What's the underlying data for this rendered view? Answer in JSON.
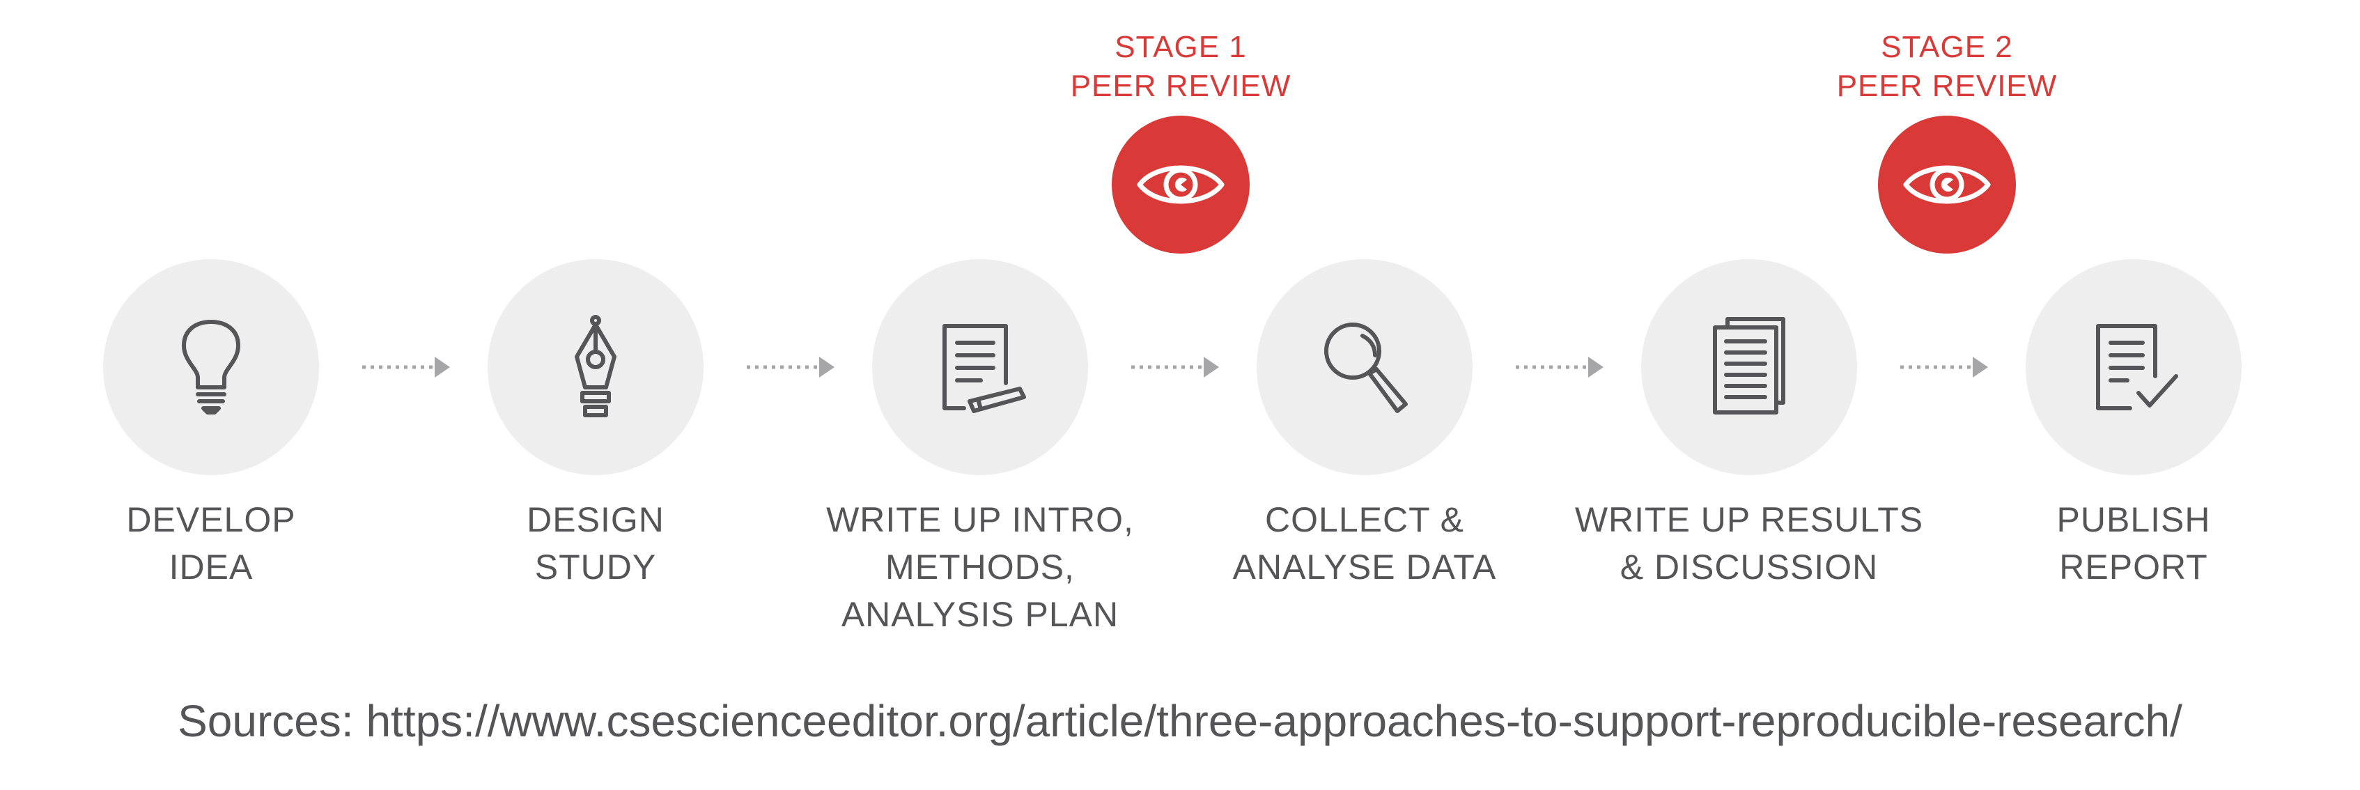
{
  "stages": [
    {
      "label": "DEVELOP\nIDEA",
      "icon": "lightbulb-icon"
    },
    {
      "label": "DESIGN\nSTUDY",
      "icon": "pen-nib-icon"
    },
    {
      "label": "WRITE UP INTRO,\nMETHODS,\nANALYSIS PLAN",
      "icon": "document-edit-icon"
    },
    {
      "label": "COLLECT &\nANALYSE DATA",
      "icon": "magnifier-icon"
    },
    {
      "label": "WRITE UP RESULTS\n& DISCUSSION",
      "icon": "documents-icon"
    },
    {
      "label": "PUBLISH\nREPORT",
      "icon": "document-check-icon"
    }
  ],
  "reviews": [
    {
      "title": "STAGE 1\nPEER REVIEW",
      "icon": "eye-icon"
    },
    {
      "title": "STAGE 2\nPEER REVIEW",
      "icon": "eye-icon"
    }
  ],
  "source": "Sources: https://www.csescienceeditor.org/article/three-approaches-to-support-reproducible-research/",
  "colors": {
    "accent": "#d93a37",
    "circle": "#eeeeef",
    "icon": "#555557",
    "text": "#555557",
    "arrow": "#a6a6a8"
  }
}
